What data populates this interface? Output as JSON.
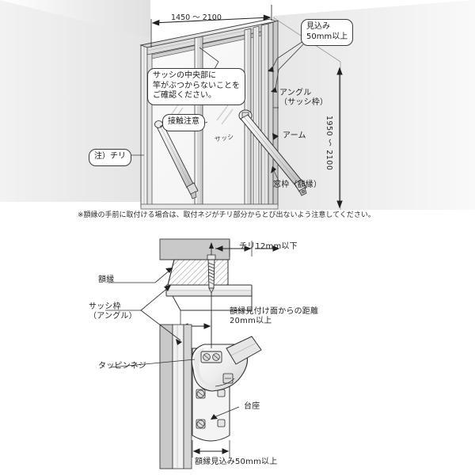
{
  "document": {
    "title": "窓用物干し 取付け寸法図",
    "language": "ja"
  },
  "figures": [
    {
      "id": "upper-perspective",
      "name": "window-sash-perspective-view",
      "dimensions": {
        "width_label": "1450 ～ 2100",
        "height_label": "1950 ～ 2100"
      },
      "callouts": {
        "depth": "見込み\n50mm以上",
        "center_warning": "サッシの中央部に\n竿がぶつからないことを\nご確認ください。",
        "contact_warning": "接触注意",
        "chiri_note": "注）チリ"
      },
      "leader_labels": {
        "angle": "アングル\n（サッシ枠）",
        "arm": "アーム",
        "window_frame": "窓枠（額縁）",
        "sash": "サッシ"
      },
      "footnote": "※額縁の手前に取付ける場合は、取付ネジがチリ部分からとび出ないよう注意してください。"
    },
    {
      "id": "lower-section",
      "name": "mounting-cross-section-view",
      "leader_labels": {
        "gakubuchi": "額縁",
        "sash_frame": "サッシ枠\n（アングル）",
        "tapping_screw": "タッピンネジ",
        "base": "台座"
      },
      "dimensions": {
        "chiri": "チリ12mm以下",
        "distance_from_face": "額縁見付け面からの距離\n20mm以上",
        "frame_depth": "額縁見込み50mm以上"
      }
    }
  ],
  "colors": {
    "line": "#231f20",
    "wall_shade": "#e6e6e6",
    "metal_light": "#f2f2f2",
    "metal_mid": "#d8d8d8",
    "metal_dark": "#b5b5b5",
    "hatch": "#6d6d6d",
    "background": "#ffffff"
  }
}
